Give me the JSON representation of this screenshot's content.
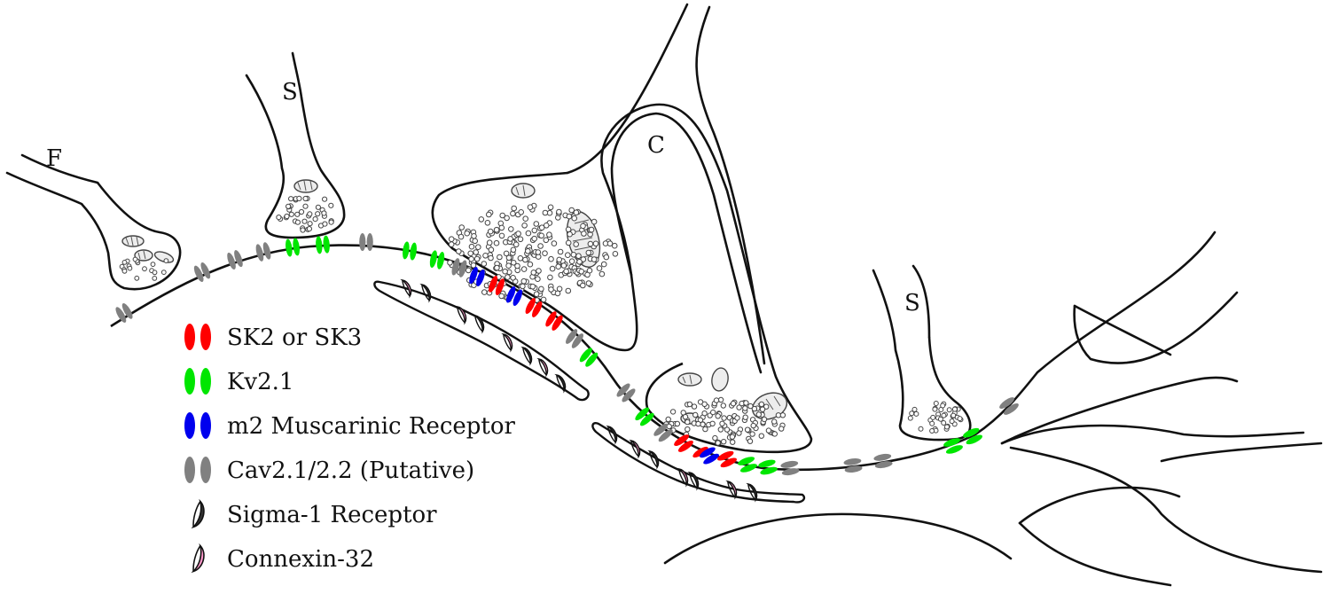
{
  "terminal_labels": {
    "F": "F",
    "S_left": "S",
    "C": "C",
    "S_right": "S"
  },
  "legend": [
    {
      "label": "SK2 or SK3",
      "color": "#ff0000",
      "icon": "channel-pair-icon"
    },
    {
      "label": "Kv2.1",
      "color": "#00e600",
      "icon": "channel-pair-icon"
    },
    {
      "label": "m2 Muscarinic Receptor",
      "color": "#0000ee",
      "icon": "channel-pair-icon"
    },
    {
      "label": "Cav2.1/2.2 (Putative)",
      "color": "#808080",
      "icon": "channel-pair-icon"
    },
    {
      "label": "Sigma-1 Receptor",
      "color": "#333333",
      "icon": "sigma-receptor-icon"
    },
    {
      "label": "Connexin-32",
      "color": "#ff99cc",
      "icon": "connexin-icon"
    }
  ],
  "colors": {
    "SK": "#ff0000",
    "Kv": "#00e600",
    "m2": "#0000ee",
    "Cav": "#808080",
    "sigma": "#333333",
    "connexin": "#ff99cc"
  }
}
